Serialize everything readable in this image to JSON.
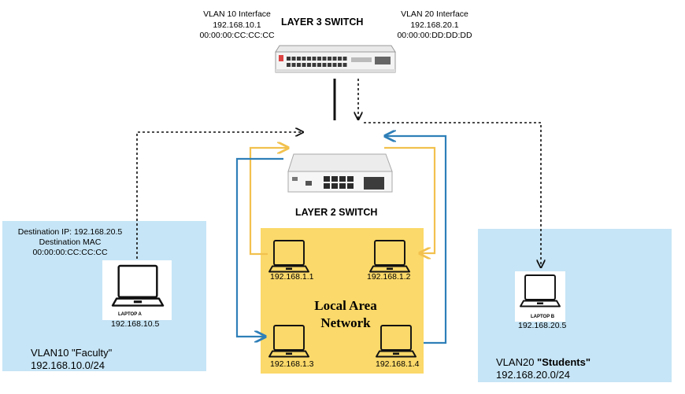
{
  "l3_switch": {
    "title": "LAYER 3 SWITCH",
    "vlan10_interface": {
      "name": "VLAN 10 Interface",
      "ip": "192.168.10.1",
      "mac": "00:00:00:CC:CC:CC"
    },
    "vlan20_interface": {
      "name": "VLAN 20 Interface",
      "ip": "192.168.20.1",
      "mac": "00:00:00:DD:DD:DD"
    }
  },
  "l2_switch": {
    "title": "LAYER 2 SWITCH"
  },
  "vlan10": {
    "name_prefix": "VLAN10 ",
    "name_quoted": "\"Faculty\"",
    "subnet": "192.168.10.0/24",
    "packet": {
      "dest_ip": "Destination IP: 192.168.20.5",
      "dest_mac_label": "Destination MAC",
      "dest_mac": "00:00:00:CC:CC:CC"
    },
    "laptop": {
      "label": "LAPTOP A",
      "ip": "192.168.10.5"
    }
  },
  "vlan20": {
    "name_prefix": "VLAN20 ",
    "name_quoted": "\"Students\"",
    "subnet": "192.168.20.0/24",
    "laptop": {
      "label": "LAPTOP B",
      "ip": "192.168.20.5"
    }
  },
  "lan": {
    "title_line1": "Local Area",
    "title_line2": "Network",
    "hosts": [
      "192.168.1.1",
      "192.168.1.2",
      "192.168.1.3",
      "192.168.1.4"
    ]
  },
  "colors": {
    "vlan_zone": "#c6e5f6",
    "lan_zone": "#fbd96a",
    "yellow_path": "#f2c14e",
    "blue_path": "#2e7fb8"
  }
}
